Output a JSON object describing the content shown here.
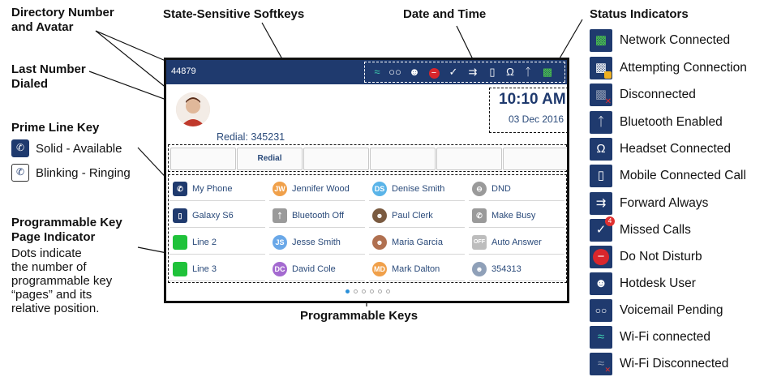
{
  "callouts": {
    "directory": "Directory Number\nand Avatar",
    "softkeys": "State-Sensitive Softkeys",
    "datetime": "Date and Time",
    "status": "Status Indicators",
    "last_number": "Last Number\nDialed",
    "prime_line": "Prime Line Key",
    "solid": "Solid - Available",
    "blinking": "Blinking - Ringing",
    "page_indicator_title": "Programmable Key\nPage Indicator",
    "page_indicator_desc": "Dots indicate\nthe number of\nprogrammable key\n“pages” and its\nrelative position.",
    "programmable_keys": "Programmable Keys"
  },
  "phone": {
    "directory_number": "44879",
    "redial": "Redial: 345231",
    "time": "10:10 AM",
    "date": "03 Dec 2016",
    "softkeys": [
      "",
      "Redial",
      "",
      "",
      "",
      ""
    ],
    "status_icons": [
      "wifi-icon",
      "voicemail-icon",
      "hotdesk-icon",
      "dnd-icon",
      "missed-calls-icon",
      "forward-icon",
      "mobile-icon",
      "headset-icon",
      "bluetooth-icon",
      "network-icon"
    ],
    "prog_keys": [
      [
        "My Phone",
        "Jennifer Wood",
        "Denise Smith",
        "DND"
      ],
      [
        "Galaxy S6",
        "Bluetooth Off",
        "Paul Clerk",
        "Make Busy"
      ],
      [
        "Line 2",
        "Jesse Smith",
        "Maria Garcia",
        "Auto Answer"
      ],
      [
        "Line 3",
        "David Cole",
        "Mark Dalton",
        "354313"
      ]
    ],
    "prog_badges": [
      [
        "",
        "JW",
        "DS",
        ""
      ],
      [
        "",
        "",
        "",
        ""
      ],
      [
        "",
        "JS",
        "",
        "OFF"
      ],
      [
        "",
        "DC",
        "MD",
        ""
      ]
    ],
    "page_dots": {
      "total": 6,
      "active": 1
    }
  },
  "status_indicators": [
    {
      "label": "Network Connected",
      "icon": "network-connected-icon"
    },
    {
      "label": "Attempting Connection",
      "icon": "attempting-connection-icon"
    },
    {
      "label": "Disconnected",
      "icon": "disconnected-icon"
    },
    {
      "label": "Bluetooth Enabled",
      "icon": "bluetooth-icon"
    },
    {
      "label": "Headset Connected",
      "icon": "headset-icon"
    },
    {
      "label": "Mobile Connected Call",
      "icon": "mobile-icon"
    },
    {
      "label": "Forward Always",
      "icon": "forward-icon"
    },
    {
      "label": "Missed Calls",
      "icon": "missed-calls-icon"
    },
    {
      "label": "Do Not Disturb",
      "icon": "dnd-icon"
    },
    {
      "label": "Hotdesk User",
      "icon": "hotdesk-icon"
    },
    {
      "label": "Voicemail Pending",
      "icon": "voicemail-icon"
    },
    {
      "label": "Wi-Fi connected",
      "icon": "wifi-connected-icon"
    },
    {
      "label": "Wi-Fi Disconnected",
      "icon": "wifi-disconnected-icon"
    }
  ],
  "status_badge_count": "4",
  "colors": {
    "topbar": "#1f3a6e",
    "accent": "#2a90d9",
    "dnd": "#d9262c",
    "green": "#1fc23a",
    "jw": "#f0a04a",
    "ds": "#5ab4e8",
    "js": "#6aa8e8",
    "dc": "#a46ad0",
    "md": "#f0a04a",
    "gray": "#9a9a9a"
  }
}
